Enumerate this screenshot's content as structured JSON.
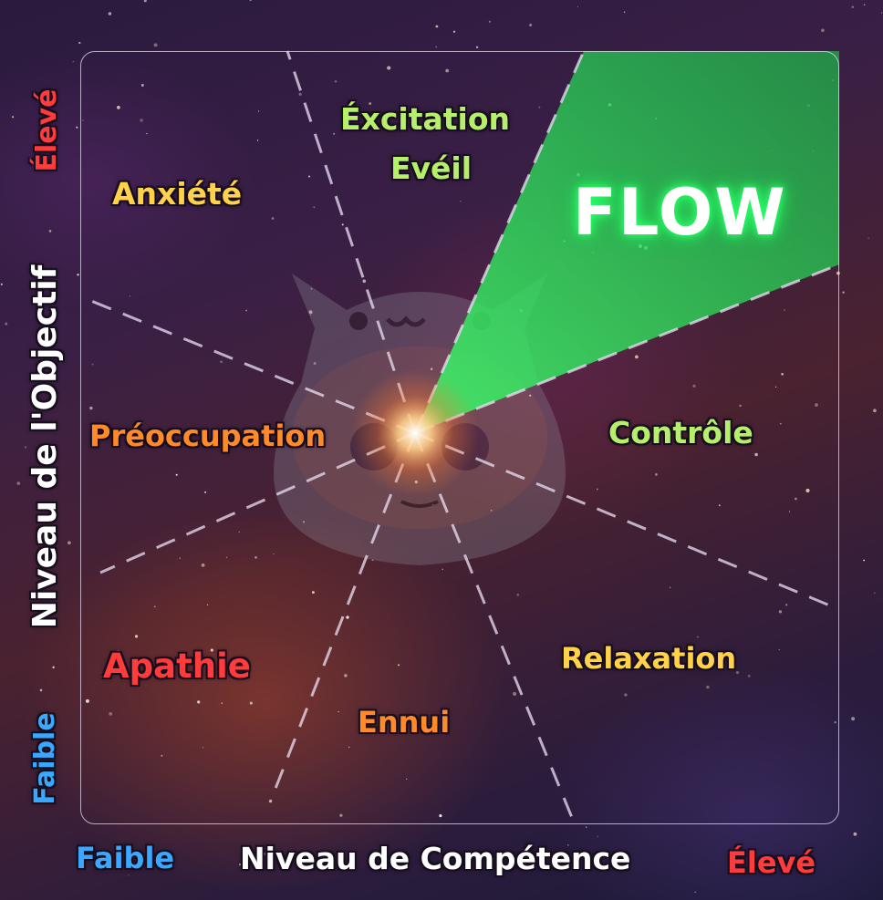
{
  "diagram": {
    "y_axis": {
      "label": "Niveau de l'Objectif",
      "high": "Élevé",
      "low": "Faible"
    },
    "x_axis": {
      "label": "Niveau de Compétence",
      "high": "Élevé",
      "low": "Faible"
    },
    "center_label": "FLOW",
    "regions": [
      {
        "name": "Éxcitation",
        "color": "#b6f06a"
      },
      {
        "name": "Evéil",
        "color": "#b6f06a"
      },
      {
        "name": "Anxiété",
        "color": "#ffd24a"
      },
      {
        "name": "Préoccupation",
        "color": "#ff8a2a"
      },
      {
        "name": "Contrôle",
        "color": "#b6f06a"
      },
      {
        "name": "Apathie",
        "color": "#ff3b3b"
      },
      {
        "name": "Ennui",
        "color": "#ff8a2a"
      },
      {
        "name": "Relaxation",
        "color": "#ffd24a"
      }
    ],
    "colors": {
      "flow_glow": "#2bff6a",
      "high_label": "#ff3b3b",
      "low_label": "#3aa8ff",
      "axis_label": "#ffffff"
    }
  }
}
